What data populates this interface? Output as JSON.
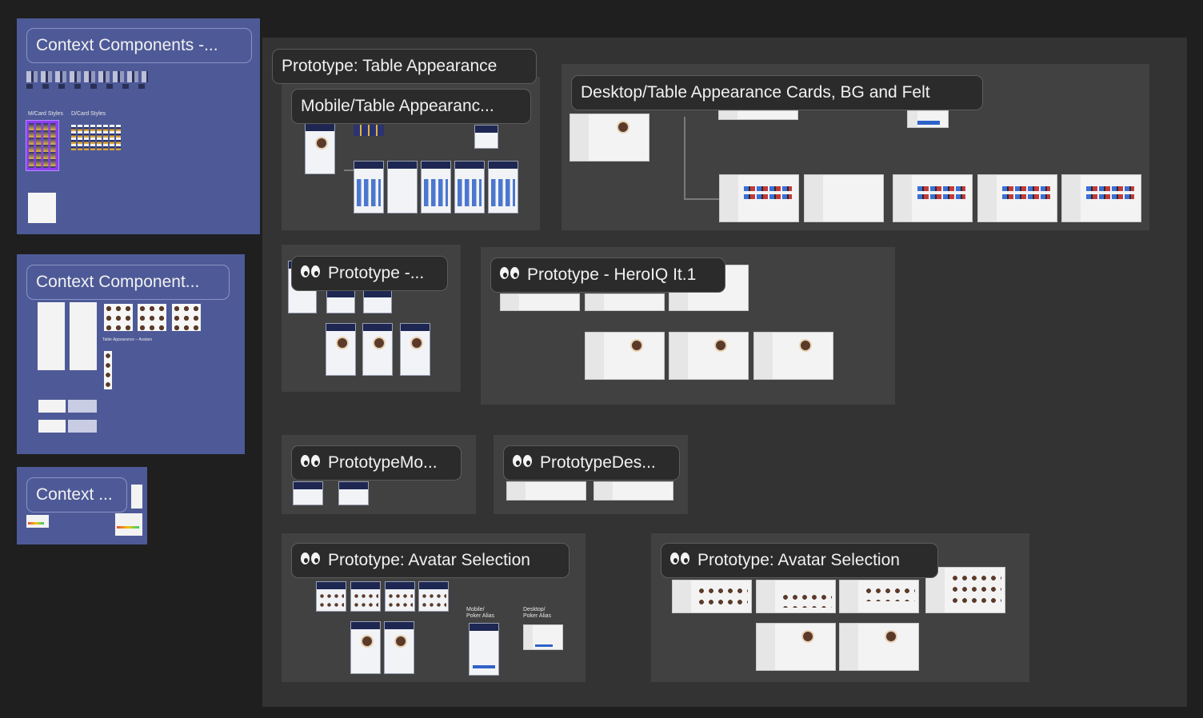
{
  "canvas": {
    "background_color": "#1f1f1f"
  },
  "context_frames": [
    {
      "label": "Context Components -...",
      "sub_labels": [
        "M/Card Styles",
        "D/Card Styles"
      ]
    },
    {
      "label": "Context Component...",
      "sub_labels": [
        "Table Appearance – Avatars"
      ]
    },
    {
      "label": "Context ..."
    }
  ],
  "sections": {
    "table_appearance": "Prototype: Table Appearance",
    "mobile_table_appearance": "Mobile/Table Appearanc...",
    "desktop_table_appearance": "Desktop/Table Appearance Cards, BG and Felt",
    "prototype_short": "Prototype -...",
    "prototype_heroiq": "Prototype - HeroIQ It.1",
    "prototype_mobile": "PrototypeMo...",
    "prototype_desktop": "PrototypeDes...",
    "avatar_selection_mobile": "Prototype: Avatar Selection",
    "avatar_selection_desktop": "Prototype: Avatar Selection"
  },
  "poker_alias": {
    "mobile_label": "Mobile/\nPoker Alias",
    "desktop_label": "Desktop/\nPoker Alias"
  },
  "colors": {
    "context_frame": "#4e5a97",
    "section": "#414141",
    "outer_frame": "#333333",
    "label_bg": "#2b2b2b",
    "accent_blue": "#2f62c9",
    "highlight_purple": "#8a3ff0"
  },
  "icons": {
    "eyes": "eyes-emoji-icon"
  }
}
